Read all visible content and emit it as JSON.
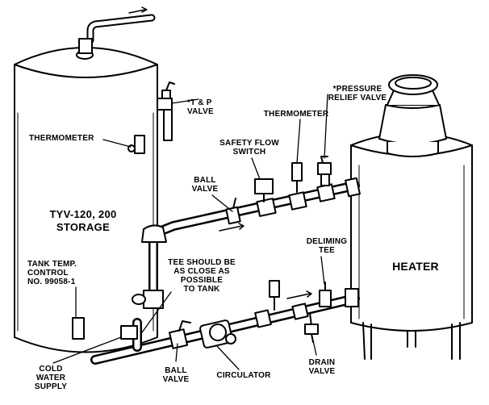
{
  "labels": {
    "tank": "TYV-120, 200\nSTORAGE",
    "heater": "HEATER",
    "tp_valve": "*T & P\nVALVE",
    "thermometer_tank": "THERMOMETER",
    "thermometer_pipe": "THERMOMETER",
    "pressure_relief": "*PRESSURE\nRELIEF VALVE",
    "safety_flow": "SAFETY FLOW\nSWITCH",
    "ball_valve_top": "BALL\nVALVE",
    "tank_temp_control": "TANK TEMP.\nCONTROL\nNO. 99058-1",
    "tee_note": "TEE SHOULD BE\nAS CLOSE AS\nPOSSIBLE\nTO TANK",
    "deliming_tee": "DELIMING\nTEE",
    "cold_water": "COLD\nWATER\nSUPPLY",
    "ball_valve_bottom": "BALL\nVALVE",
    "circulator": "CIRCULATOR",
    "drain_valve": "DRAIN\nVALVE"
  }
}
